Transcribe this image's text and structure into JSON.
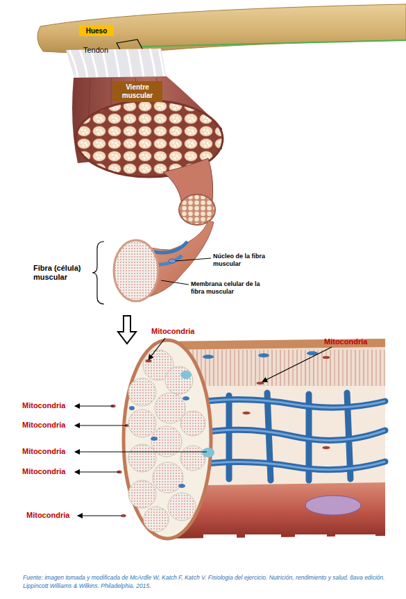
{
  "diagram": {
    "caption": "Fuente: imagen tomada y modificada de McArdle W, Katch F, Katch V. Fisiologia del ejercicio. Nutrición, rendimiento y salud. 8ava edición. Lippincott Williams & Wilkins. Philadelphia. 2015.",
    "nodes": [
      {
        "text": [
          "Hueso"
        ]
      },
      {
        "text": [
          "Vientre muscular"
        ]
      }
    ],
    "labels": [
      "Tendon",
      "Fibra (célula) muscular",
      "Núcleo de la fibra muscular",
      "Membrana celular de la fibra muscular",
      "Mitocondria",
      "Mitocondria",
      "Mitocondria",
      "Mitocondria",
      "Mitocondria",
      "Mitocondria",
      "Mitocondria"
    ]
  }
}
